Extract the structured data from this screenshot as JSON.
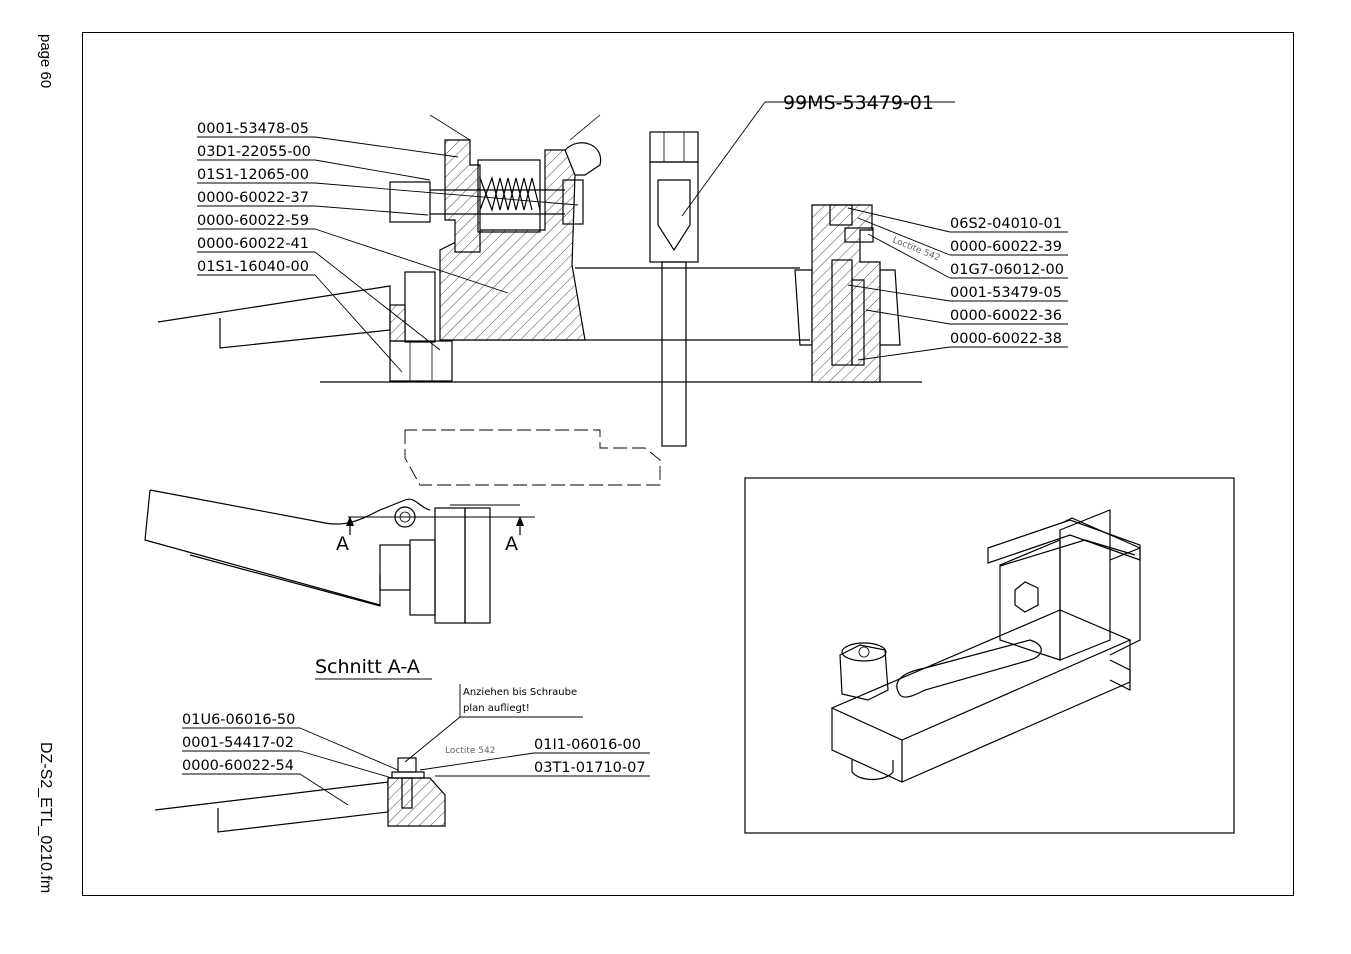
{
  "page": {
    "page_label": "page 60",
    "file_name": "DZ-S2_ETL_0210.fm"
  },
  "drawing": {
    "top_title": "99MS-53479-01",
    "left_callouts": [
      "0001-53478-05",
      "03D1-22055-00",
      "01S1-12065-00",
      "0000-60022-37",
      "0000-60022-59",
      "0000-60022-41",
      "01S1-16040-00"
    ],
    "right_callouts": [
      "06S2-04010-01",
      "0000-60022-39",
      "01G7-06012-00",
      "0001-53479-05",
      "0000-60022-36",
      "0000-60022-38"
    ],
    "loctite_upper": "Loctite 542",
    "section_marker_left": "A",
    "section_marker_right": "A",
    "section_title": "Schnitt A-A",
    "note_line1": "Anziehen bis Schraube",
    "note_line2": "plan aufliegt!",
    "bottom_left_callouts": [
      "01U6-06016-50",
      "0001-54417-02",
      "0000-60022-54"
    ],
    "bottom_right_callouts": [
      "01I1-06016-00",
      "03T1-01710-07"
    ],
    "loctite_lower": "Loctite 542"
  },
  "icons": {
    "iso_view": "clamp-assembly-isometric-illustration"
  }
}
